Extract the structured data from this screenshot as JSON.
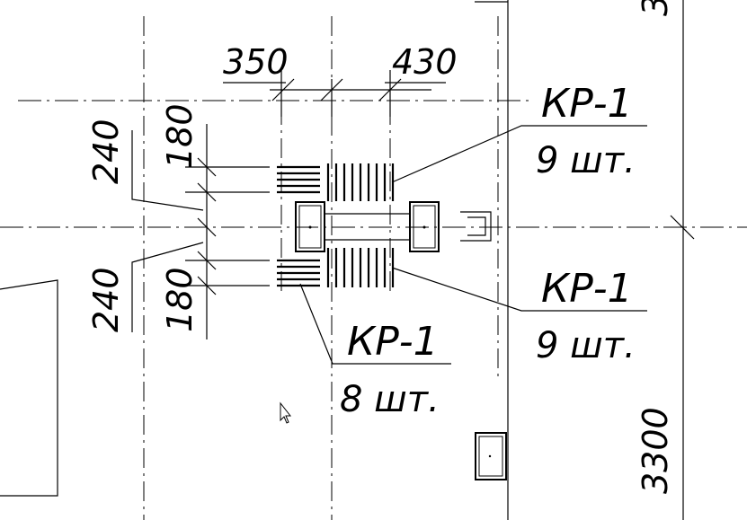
{
  "dimensions": {
    "top_left": "350",
    "top_right": "430",
    "left_upper_outer": "240",
    "left_upper_inner": "180",
    "left_lower_outer": "240",
    "left_lower_inner": "180",
    "right_vertical": "3300",
    "top_right_partial": "3"
  },
  "callouts": [
    {
      "mark": "КР-1",
      "qty": "9 шт."
    },
    {
      "mark": "КР-1",
      "qty": "9 шт."
    },
    {
      "mark": "КР-1",
      "qty": "8 шт."
    }
  ],
  "colors": {
    "ink": "#000000",
    "background": "#ffffff"
  },
  "icons": {
    "cursor": "mouse-pointer-icon"
  }
}
